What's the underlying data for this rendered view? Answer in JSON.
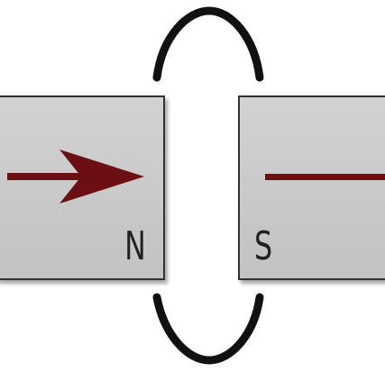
{
  "magnets": {
    "left": {
      "pole_label": "N",
      "arrow": "arrowhead"
    },
    "right": {
      "pole_label": "S",
      "arrow": "line-only"
    }
  },
  "colors": {
    "magnet_fill": "#c8c8c8",
    "magnet_edge": "#333333",
    "arrow": "#6b0f12",
    "field_line": "#111111",
    "background": "#ffffff"
  }
}
